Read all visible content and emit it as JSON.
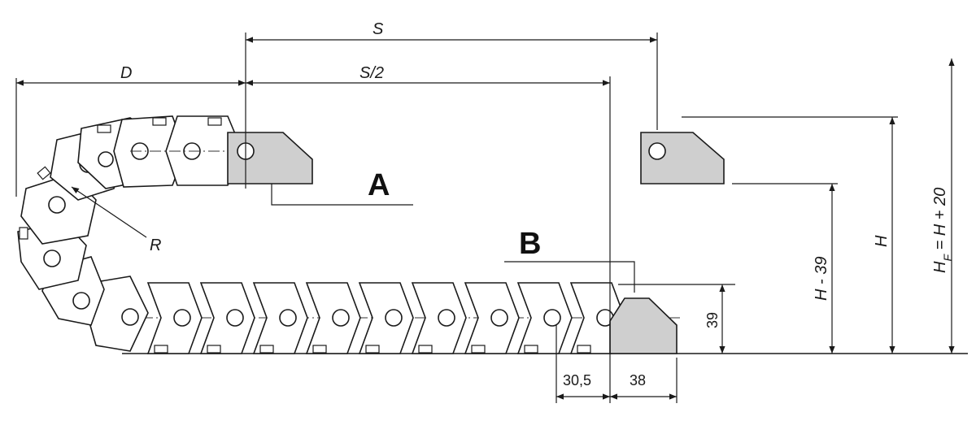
{
  "labels": {
    "s": "S",
    "s_half": "S/2",
    "d": "D",
    "r": "R",
    "a": "A",
    "b": "B",
    "h": "H",
    "h_minus": "H - 39",
    "h_f_main": "H",
    "h_f_sub": "F",
    "h_f_rest": " = H + 20",
    "dim_39": "39",
    "dim_30_5": "30,5",
    "dim_38": "38"
  }
}
